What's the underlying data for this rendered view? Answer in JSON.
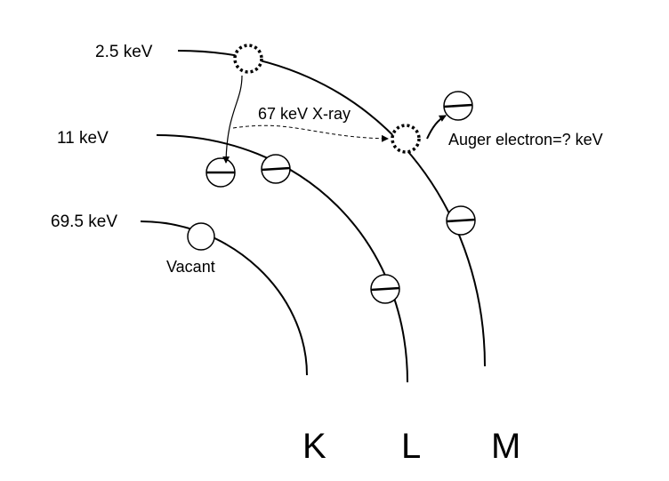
{
  "energies": {
    "m_shell": "2.5 keV",
    "l_shell": "11 keV",
    "k_shell": "69.5 keV"
  },
  "annotations": {
    "xray": "67 keV X-ray",
    "auger": "Auger electron=? keV",
    "vacant": "Vacant"
  },
  "shells": {
    "k": "K",
    "l": "L",
    "m": "M"
  }
}
